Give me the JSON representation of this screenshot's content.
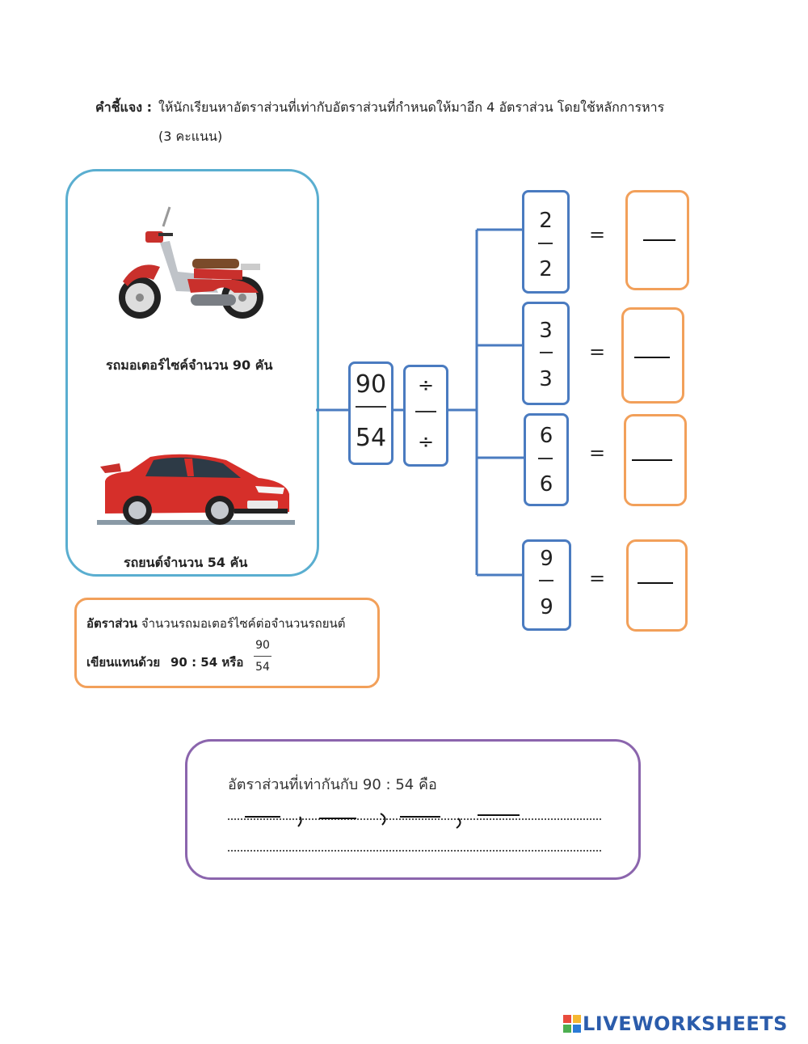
{
  "instructions": {
    "label": "คำชี้แจง :",
    "text": "ให้นักเรียนหาอัตราส่วนที่เท่ากับอัตราส่วนที่กำหนดให้มาอีก 4 อัตราส่วน โดยใช้หลักการหาร",
    "score": "(3 คะแนน)"
  },
  "vehicles": {
    "motorcycle_caption": "รถมอเตอร์ไซค์จำนวน 90 คัน",
    "car_caption": "รถยนต์จำนวน 54 คัน"
  },
  "ratio_info": {
    "title": "อัตราส่วน",
    "description": "จำนวนรถมอเตอร์ไซค์ต่อจำนวนรถยนต์",
    "write_as_label": "เขียนแทนด้วย",
    "ratio": "90 : 54 หรือ",
    "numerator": "90",
    "denominator": "54"
  },
  "main_fraction": {
    "numerator": "90",
    "denominator": "54"
  },
  "divide_box": {
    "top": "÷",
    "bottom": "÷"
  },
  "divisors": [
    {
      "numerator": "2",
      "denominator": "2"
    },
    {
      "numerator": "3",
      "denominator": "3"
    },
    {
      "numerator": "6",
      "denominator": "6"
    },
    {
      "numerator": "9",
      "denominator": "9"
    }
  ],
  "equals_sign": "=",
  "answer": {
    "prompt": "อัตราส่วนที่เท่ากันกับ 90 : 54 คือ"
  },
  "logo": {
    "text": "LIVEWORKSHEETS"
  },
  "colors": {
    "vehicle_border": "#5aaed0",
    "ratio_border": "#f2a05a",
    "blue_box": "#4a7bc0",
    "answer_border": "#8b65ad",
    "logo": "#2b5cab"
  }
}
